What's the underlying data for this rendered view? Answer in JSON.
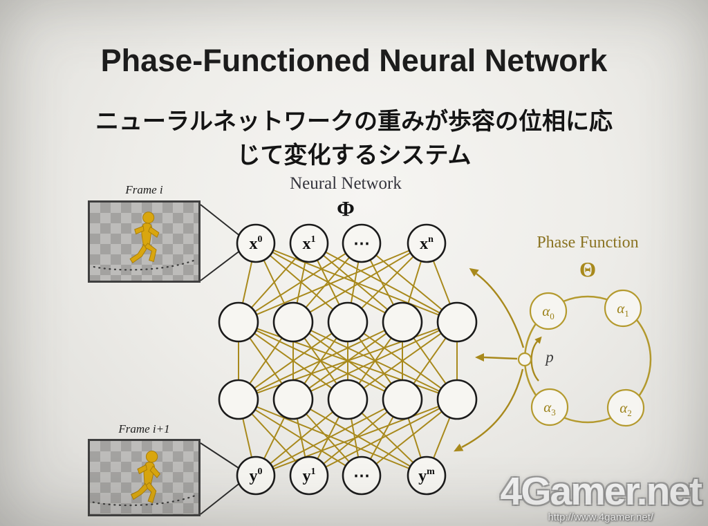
{
  "slide": {
    "title": "Phase-Functioned Neural Network",
    "subtitle_line1": "ニューラルネットワークの重みが歩容の位相に応",
    "subtitle_line2": "じて変化するシステム"
  },
  "frames": {
    "top_label": "Frame i",
    "bottom_label": "Frame i+1"
  },
  "network": {
    "title": "Neural Network",
    "symbol": "Φ",
    "input_nodes": [
      {
        "base": "x",
        "sup": "0"
      },
      {
        "base": "x",
        "sup": "1"
      },
      {
        "base": "⋯",
        "sup": ""
      },
      {
        "base": "x",
        "sup": "n"
      }
    ],
    "hidden_layer_sizes": [
      5,
      5
    ],
    "output_nodes": [
      {
        "base": "y",
        "sup": "0"
      },
      {
        "base": "y",
        "sup": "1"
      },
      {
        "base": "⋯",
        "sup": ""
      },
      {
        "base": "y",
        "sup": "m"
      }
    ]
  },
  "phase": {
    "title": "Phase Function",
    "symbol": "Θ",
    "alphas": [
      {
        "base": "α",
        "sub": "0"
      },
      {
        "base": "α",
        "sub": "1"
      },
      {
        "base": "α",
        "sub": "2"
      },
      {
        "base": "α",
        "sub": "3"
      }
    ],
    "p_label": "p"
  },
  "watermark": {
    "name": "4Gamer.net",
    "url": "http://www.4gamer.net/"
  },
  "colors": {
    "accent_gold": "#a8891c",
    "node_stroke": "#1b1b1b",
    "character_gold": "#d9a60f"
  }
}
